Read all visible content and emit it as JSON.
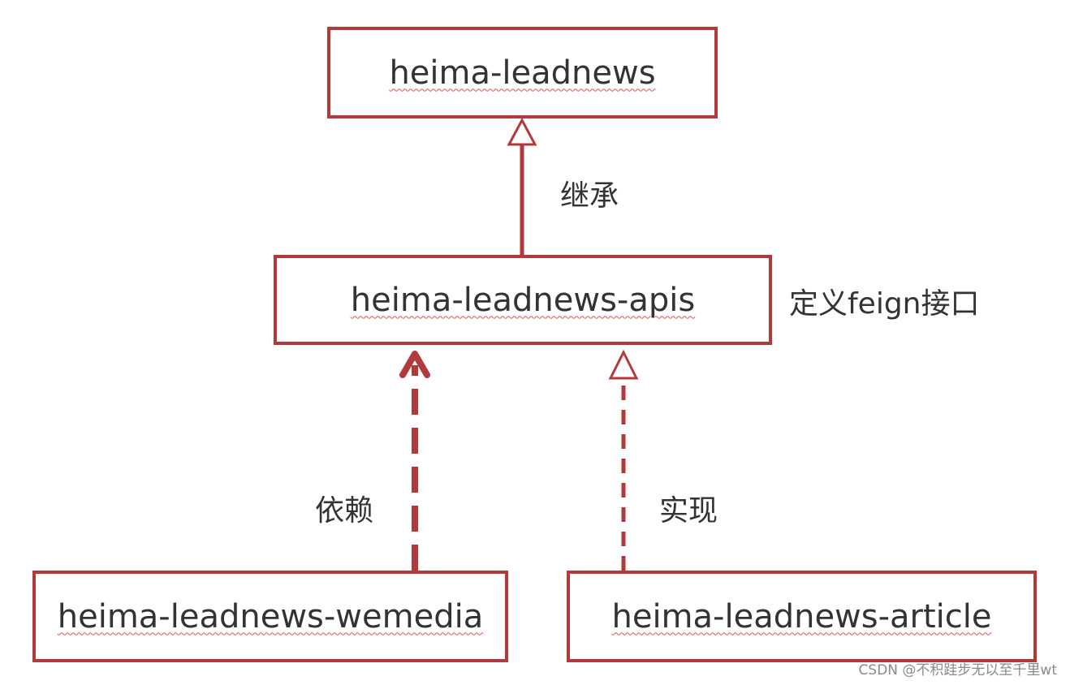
{
  "nodes": {
    "leadnews": "heima-leadnews",
    "apis": "heima-leadnews-apis",
    "wemedia": "heima-leadnews-wemedia",
    "article": "heima-leadnews-article"
  },
  "edges": {
    "inherit_label": "继承",
    "depend_label": "依赖",
    "implement_label": "实现"
  },
  "annotations": {
    "apis_note": "定义feign接口"
  },
  "watermark": "CSDN @不积跬步无以至千里wt",
  "colors": {
    "border": "#b23a3a",
    "text": "#333333",
    "wavy_underline": "#e05050"
  }
}
